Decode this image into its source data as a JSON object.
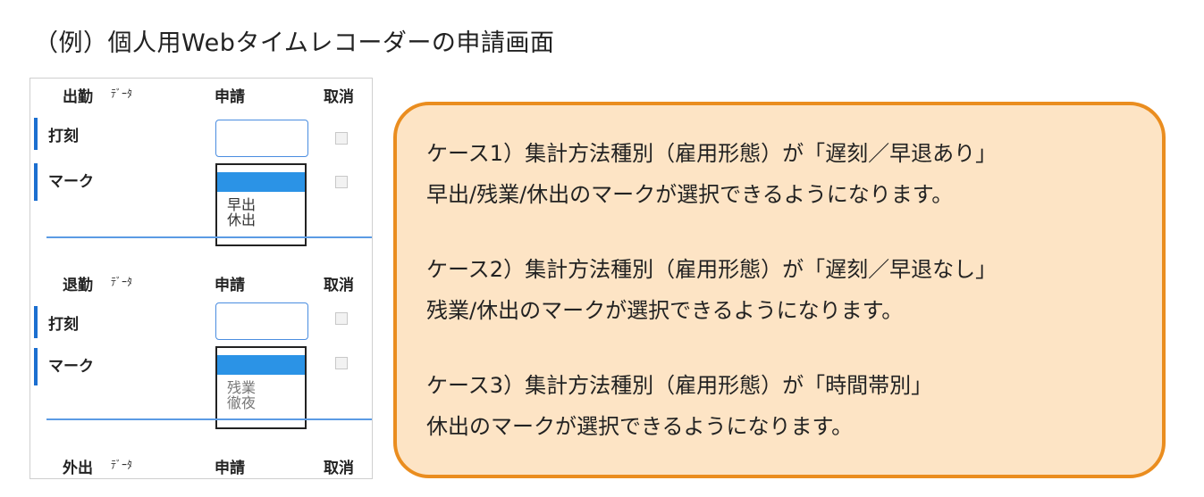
{
  "page_title": "（例）個人用Webタイムレコーダーの申請画面",
  "panel": {
    "sections": [
      {
        "name": "出勤",
        "data_label": "ﾃﾞｰﾀ",
        "apply_label": "申請",
        "cancel_label": "取消",
        "stamp_label": "打刻",
        "mark_label": "マーク",
        "mark_options": [
          "",
          "早出",
          "休出"
        ]
      },
      {
        "name": "退勤",
        "data_label": "ﾃﾞｰﾀ",
        "apply_label": "申請",
        "cancel_label": "取消",
        "stamp_label": "打刻",
        "mark_label": "マーク",
        "mark_options": [
          "",
          "残業",
          "徹夜"
        ]
      },
      {
        "name": "外出",
        "data_label": "ﾃﾞｰﾀ",
        "apply_label": "申請",
        "cancel_label": "取消"
      }
    ]
  },
  "callout": {
    "lines": [
      "ケース1）集計方法種別（雇用形態）が「遅刻／早退あり」",
      "早出/残業/休出のマークが選択できるようになります。",
      "ケース2）集計方法種別（雇用形態）が「遅刻／早退なし」",
      "残業/休出のマークが選択できるようになります。",
      "ケース3）集計方法種別（雇用形態）が「時間帯別」",
      "休出のマークが選択できるようになります。"
    ]
  },
  "colors": {
    "accent_blue": "#1b6fd0",
    "callout_fill": "#fde4c5",
    "callout_border": "#ea8d1f",
    "selected_option": "#2b93e6"
  }
}
